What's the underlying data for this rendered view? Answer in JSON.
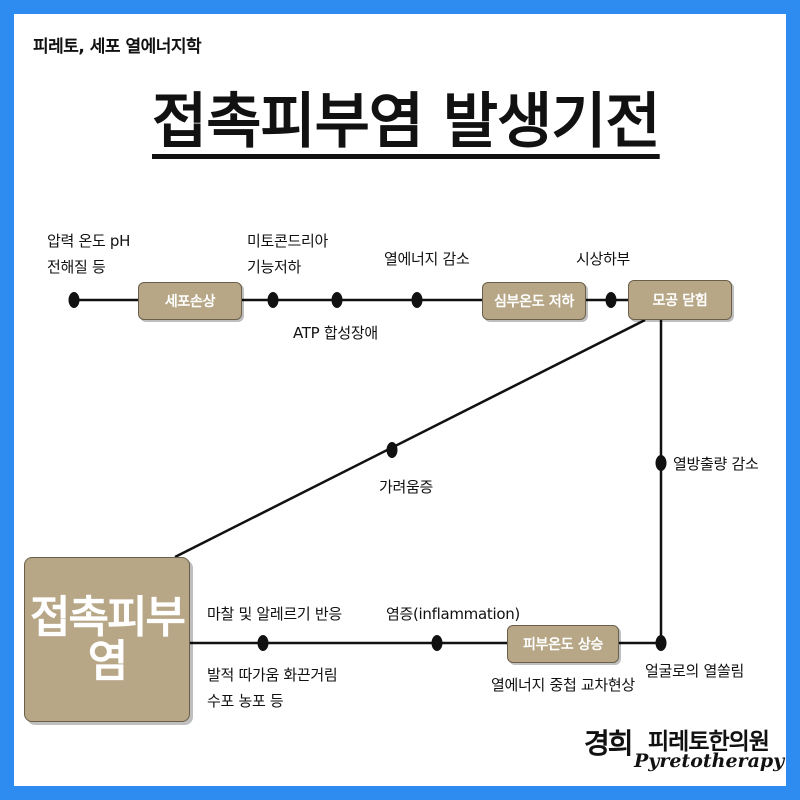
{
  "header": {
    "subtitle": "피레토, 세포 열에너지학",
    "title": "접촉피부염 발생기전"
  },
  "nodes": {
    "cell_damage": "세포손상",
    "core_temp_drop": "심부온도 저하",
    "pore_close": "모공 닫힘",
    "skin_temp_rise": "피부온도 상승",
    "dermatitis": "접촉피부염"
  },
  "labels": {
    "pressure_temp_ph_1": "압력 온도 pH",
    "pressure_temp_ph_2": "전해질 등",
    "mito_1": "미토콘드리아",
    "mito_2": "기능저하",
    "atp": "ATP 합성장애",
    "heat_energy_drop": "열에너지 감소",
    "hypothalamus": "시상하부",
    "heat_release_drop": "열방출량 감소",
    "itching": "가려움증",
    "friction_allergy": "마찰 및 알레르기 반응",
    "symptoms_1": "발적 따가움 화끈거림",
    "symptoms_2": "수포 농포 등",
    "inflammation": "염증(inflammation)",
    "heat_stack": "열에너지 중첩 교차현상",
    "face_flush": "얼굴로의 열쏠림"
  },
  "brand": {
    "logo_text": "경희",
    "clinic_name": "피레토한의원",
    "english": "Pyretotherapy"
  },
  "colors": {
    "frame": "#2e8cf0",
    "node_fill": "#b7a787",
    "line": "#111111"
  }
}
